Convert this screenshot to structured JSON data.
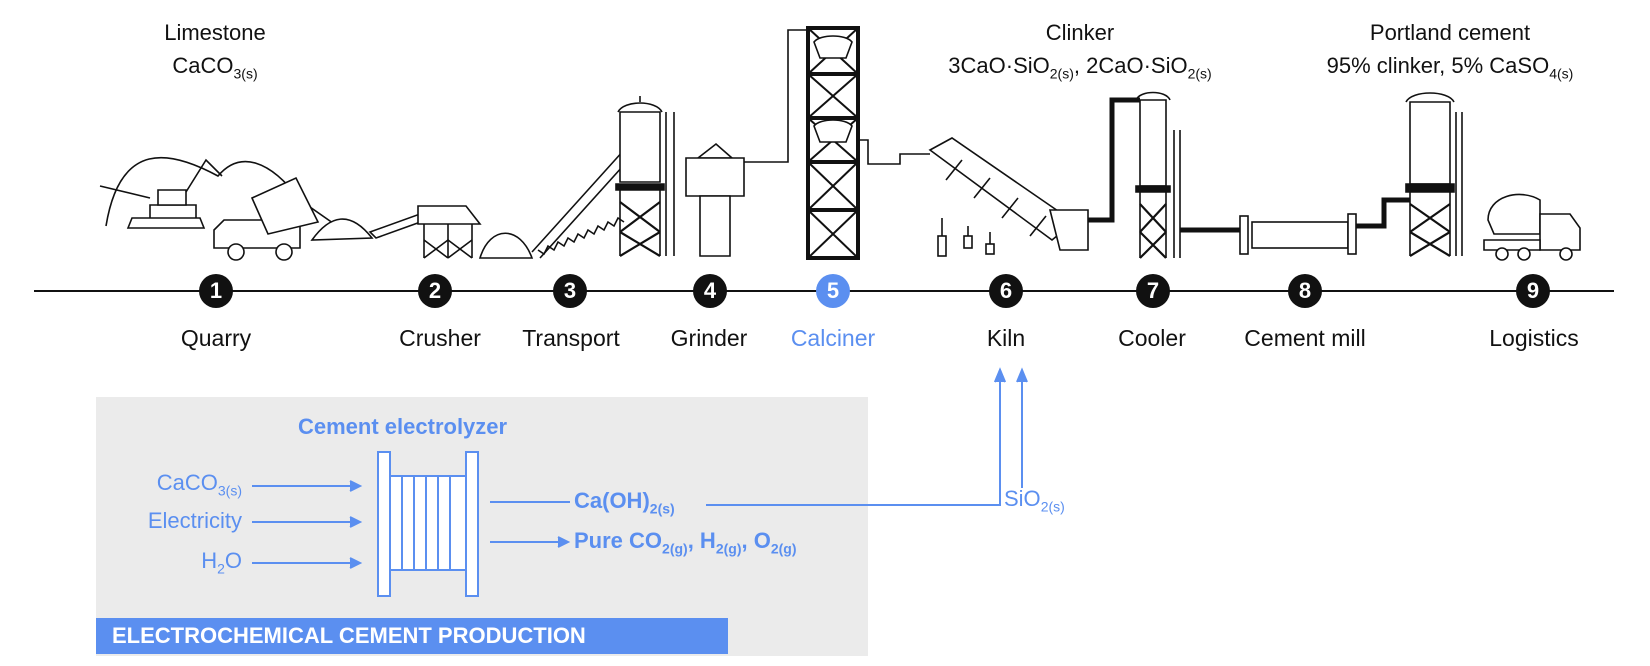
{
  "headers": {
    "limestone": {
      "name": "Limestone",
      "formula_main": "CaCO",
      "formula_sub": "3(s)"
    },
    "clinker": {
      "name": "Clinker",
      "f1": "3CaO·SiO",
      "f1_sub": "2(s)",
      "sep": ", ",
      "f2": "2CaO·SiO",
      "f2_sub": "2(s)"
    },
    "portland": {
      "name": "Portland cement",
      "text": "95% clinker, 5% CaSO",
      "sub": "4(s)"
    }
  },
  "stages": [
    {
      "num": "1",
      "label": "Quarry"
    },
    {
      "num": "2",
      "label": "Crusher"
    },
    {
      "num": "3",
      "label": "Transport"
    },
    {
      "num": "4",
      "label": "Grinder"
    },
    {
      "num": "5",
      "label": "Calciner",
      "highlight": true
    },
    {
      "num": "6",
      "label": "Kiln"
    },
    {
      "num": "7",
      "label": "Cooler"
    },
    {
      "num": "8",
      "label": "Cement mill"
    },
    {
      "num": "9",
      "label": "Logistics"
    }
  ],
  "electrolyzer": {
    "title": "Cement electrolyzer",
    "inputs": {
      "caco3": {
        "main": "CaCO",
        "sub": "3(s)"
      },
      "electricity": "Electricity",
      "h2o": {
        "pre": "H",
        "sub": "2",
        "post": "O"
      }
    },
    "outputs": {
      "caoh": {
        "main": "Ca(OH)",
        "sub": "2(s)"
      },
      "gases": {
        "pure": "Pure CO",
        "co2_sub": "2(g)",
        "comma1": ", H",
        "h2_sub": "2(g)",
        "comma2": ", O",
        "o2_sub": "2(g)"
      }
    },
    "sio2": {
      "main": "SiO",
      "sub": "2(s)"
    },
    "banner": "ELECTROCHEMICAL CEMENT PRODUCTION"
  },
  "colors": {
    "accent": "#5b8ff0",
    "ink": "#111111",
    "panel": "#ebebeb"
  }
}
